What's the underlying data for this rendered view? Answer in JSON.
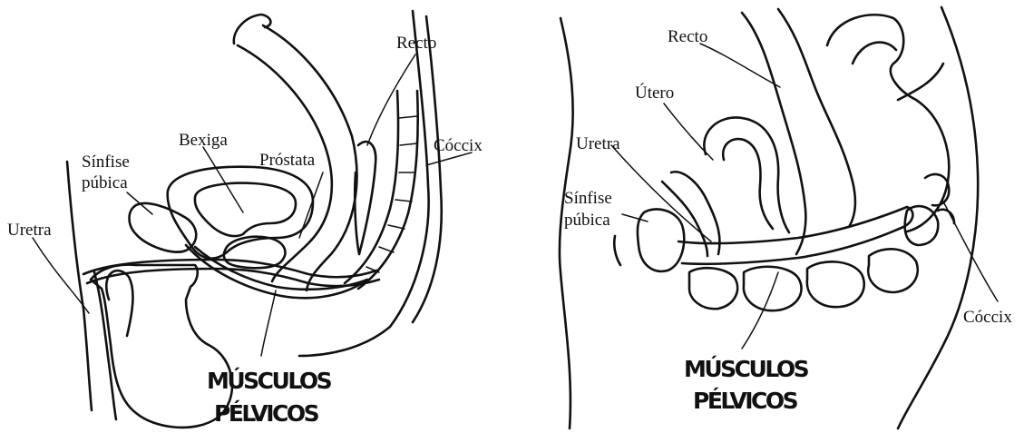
{
  "male_diagram": {
    "labels": {
      "rectum": "Recto",
      "bladder": "Bexiga",
      "prostate": "Próstata",
      "coccyx": "Cóccix",
      "pubic_symphysis_line1": "Sínfise",
      "pubic_symphysis_line2": "púbica",
      "urethra": "Uretra"
    },
    "muscles_line1": "MÚSCULOS",
    "muscles_line2": "PÉLVICOS"
  },
  "female_diagram": {
    "labels": {
      "rectum": "Recto",
      "uterus": "Útero",
      "urethra": "Uretra",
      "pubic_symphysis_line1": "Sínfise",
      "pubic_symphysis_line2": "púbica",
      "coccyx": "Cóccix"
    },
    "muscles_line1": "MÚSCULOS",
    "muscles_line2": "PÉLVICOS"
  }
}
